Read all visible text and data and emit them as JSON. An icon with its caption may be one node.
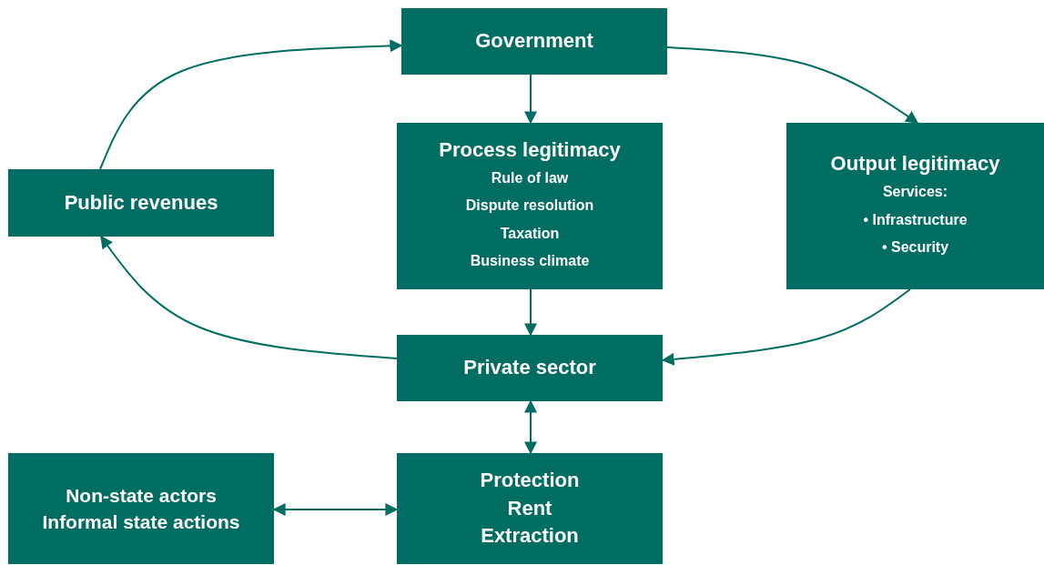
{
  "diagram": {
    "nodes": [
      {
        "text": [
          "Government"
        ]
      },
      {
        "text": [
          "Process legitimacy",
          "Rule of law",
          "Dispute resolution",
          "Taxation",
          "Business climate"
        ]
      },
      {
        "text": [
          "Output legitimacy",
          "Services:",
          "• Infrastructure",
          "• Security"
        ]
      },
      {
        "text": [
          "Public revenues"
        ]
      },
      {
        "text": [
          "Private sector"
        ]
      },
      {
        "text": [
          "Non-state actors",
          "Informal state actions"
        ]
      },
      {
        "text": [
          "Protection",
          "Rent",
          "Extraction"
        ]
      }
    ],
    "edges": [
      {
        "from": 0,
        "to": 1,
        "arrow": "to"
      },
      {
        "from": 0,
        "to": 2,
        "arrow": "to"
      },
      {
        "from": 2,
        "to": 4,
        "arrow": "to"
      },
      {
        "from": 4,
        "to": 3,
        "arrow": "to"
      },
      {
        "from": 3,
        "to": 0,
        "arrow": "to"
      },
      {
        "from": 1,
        "to": 4,
        "arrow": "to"
      },
      {
        "from": 4,
        "to": 6,
        "arrow": "both"
      },
      {
        "from": 5,
        "to": 6,
        "arrow": "both"
      }
    ]
  }
}
